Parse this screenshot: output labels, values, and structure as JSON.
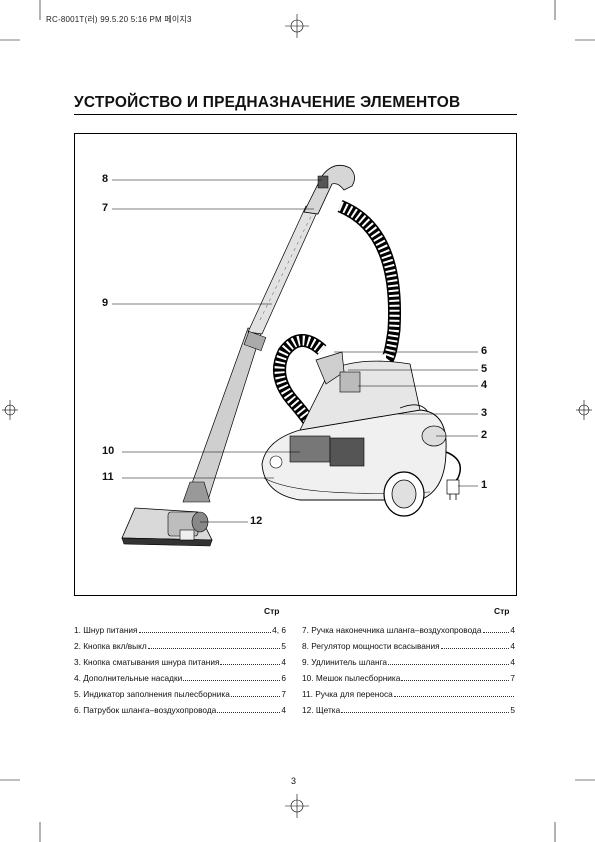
{
  "header": {
    "meta": "RC-8001T(러) 99.5.20 5:16 PM 페이지3"
  },
  "title": "УСТРОЙСТВО И ПРЕДНАЗНАЧЕНИЕ ЭЛЕМЕНТОВ",
  "diagram": {
    "callouts": {
      "c1": "1",
      "c2": "2",
      "c3": "3",
      "c4": "4",
      "c5": "5",
      "c6": "6",
      "c7": "7",
      "c8": "8",
      "c9": "9",
      "c10": "10",
      "c11": "11",
      "c12": "12"
    }
  },
  "parts_list": {
    "left_header": "Стр",
    "right_header": "Стр",
    "left": [
      {
        "label": "1. Шнур питания",
        "page": "4, 6"
      },
      {
        "label": "2. Кнопка вкл/выкл",
        "page": "5"
      },
      {
        "label": "3. Кнопка сматывания шнура питания",
        "page": "4"
      },
      {
        "label": "4. Дополнительные насадки",
        "page": "6"
      },
      {
        "label": "5. Индикатор заполнения пылесборника",
        "page": "7"
      },
      {
        "label": "6. Патрубок шланга–воздухопровода",
        "page": "4"
      }
    ],
    "right": [
      {
        "label": "7. Ручка наконечника шланга–воздухопровода",
        "page": "4"
      },
      {
        "label": "8. Регулятор мощности всасывания",
        "page": "4"
      },
      {
        "label": "9. Удлинитель шланга",
        "page": "4"
      },
      {
        "label": "10. Мешок пылесборника",
        "page": "7"
      },
      {
        "label": "11. Ручка для переноса",
        "page": ""
      },
      {
        "label": "12. Щетка",
        "page": "5"
      }
    ]
  },
  "page_number": "3"
}
